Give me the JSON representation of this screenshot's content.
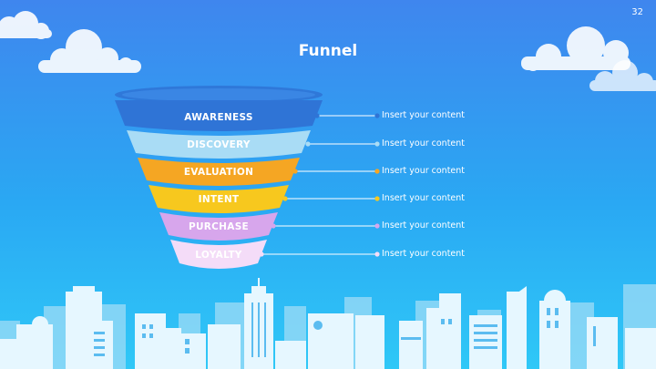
{
  "slide": {
    "title": "Funnel",
    "page_number": "32"
  },
  "colors": {
    "awareness": "#2f74d6",
    "discovery": "#a9dcf5",
    "evaluation": "#f5a623",
    "intent": "#f7c81e",
    "purchase": "#d7a6ec",
    "loyalty": "#f4dcf8"
  },
  "funnel": {
    "stages": [
      {
        "label": "AWARENESS",
        "callout": "Insert your content"
      },
      {
        "label": "DISCOVERY",
        "callout": "Insert your content"
      },
      {
        "label": "EVALUATION",
        "callout": "Insert your content"
      },
      {
        "label": "INTENT",
        "callout": "Insert your content"
      },
      {
        "label": "PURCHASE",
        "callout": "Insert your content"
      },
      {
        "label": "LOYALTY",
        "callout": "Insert your content"
      }
    ]
  }
}
